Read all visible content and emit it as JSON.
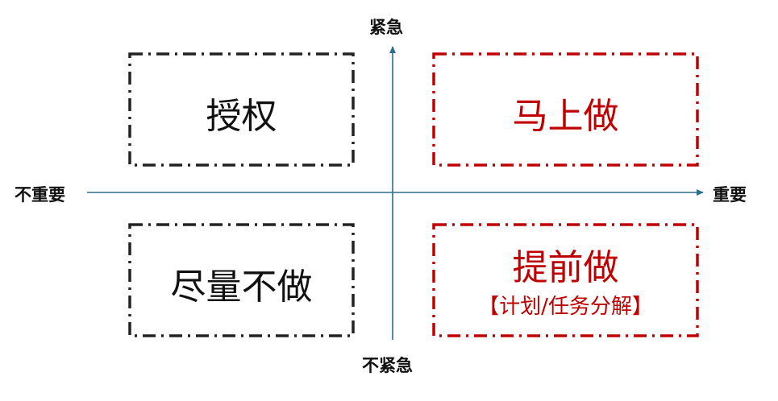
{
  "axes": {
    "top_label": "紧急",
    "bottom_label": "不紧急",
    "left_label": "不重要",
    "right_label": "重要",
    "color": "#2e6f8e"
  },
  "quadrants": {
    "top_left": {
      "title": "授权",
      "color": "#111111"
    },
    "top_right": {
      "title": "马上做",
      "color": "#c00000"
    },
    "bottom_left": {
      "title": "尽量不做",
      "color": "#111111"
    },
    "bottom_right": {
      "title": "提前做",
      "subtitle": "【计划/任务分解】",
      "color": "#c00000"
    }
  }
}
